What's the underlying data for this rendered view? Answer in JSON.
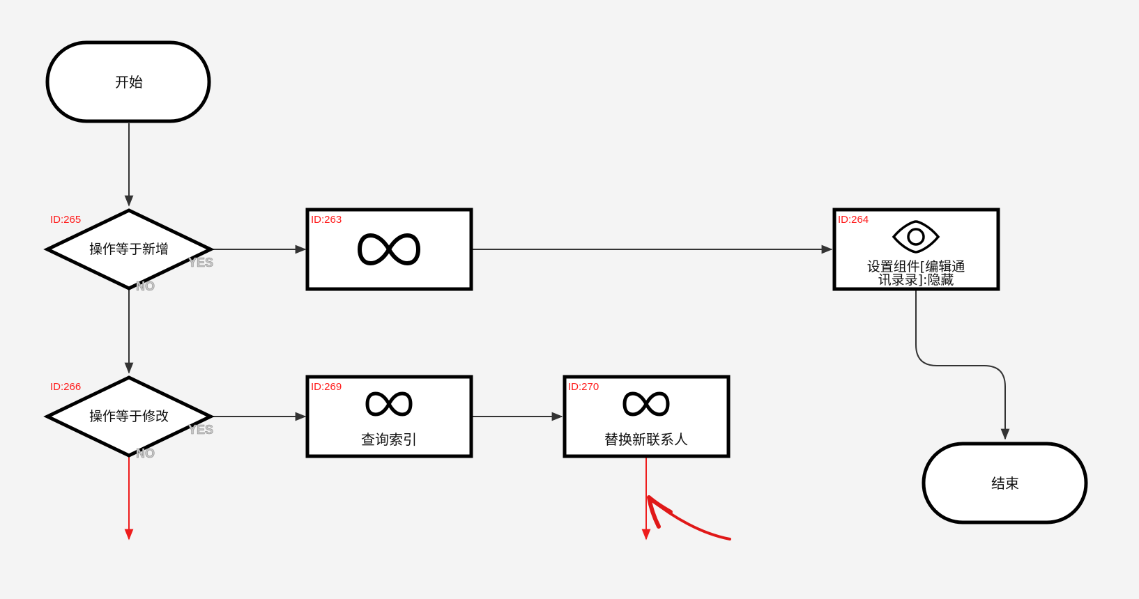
{
  "nodes": {
    "start": {
      "label": "开始"
    },
    "end": {
      "label": "结束"
    },
    "decision_265": {
      "id_label": "ID:265",
      "label": "操作等于新增",
      "yes_label": "YES",
      "no_label": "NO"
    },
    "decision_266": {
      "id_label": "ID:266",
      "label": "操作等于修改",
      "yes_label": "YES",
      "no_label": "NO"
    },
    "action_263": {
      "id_label": "ID:263",
      "label": "",
      "icon": "infinity-icon"
    },
    "action_264": {
      "id_label": "ID:264",
      "label_line1": "设置组件[编辑通",
      "label_line2": "讯录录]:隐藏",
      "icon": "eye-icon"
    },
    "action_269": {
      "id_label": "ID:269",
      "label": "查询索引",
      "icon": "infinity-icon"
    },
    "action_270": {
      "id_label": "ID:270",
      "label": "替换新联系人",
      "icon": "infinity-icon"
    }
  },
  "colors": {
    "background": "#f4f4f4",
    "node_border": "#000000",
    "edge": "#333333",
    "id_label": "#ff1a1a",
    "highlight": "#ee1c1c"
  }
}
